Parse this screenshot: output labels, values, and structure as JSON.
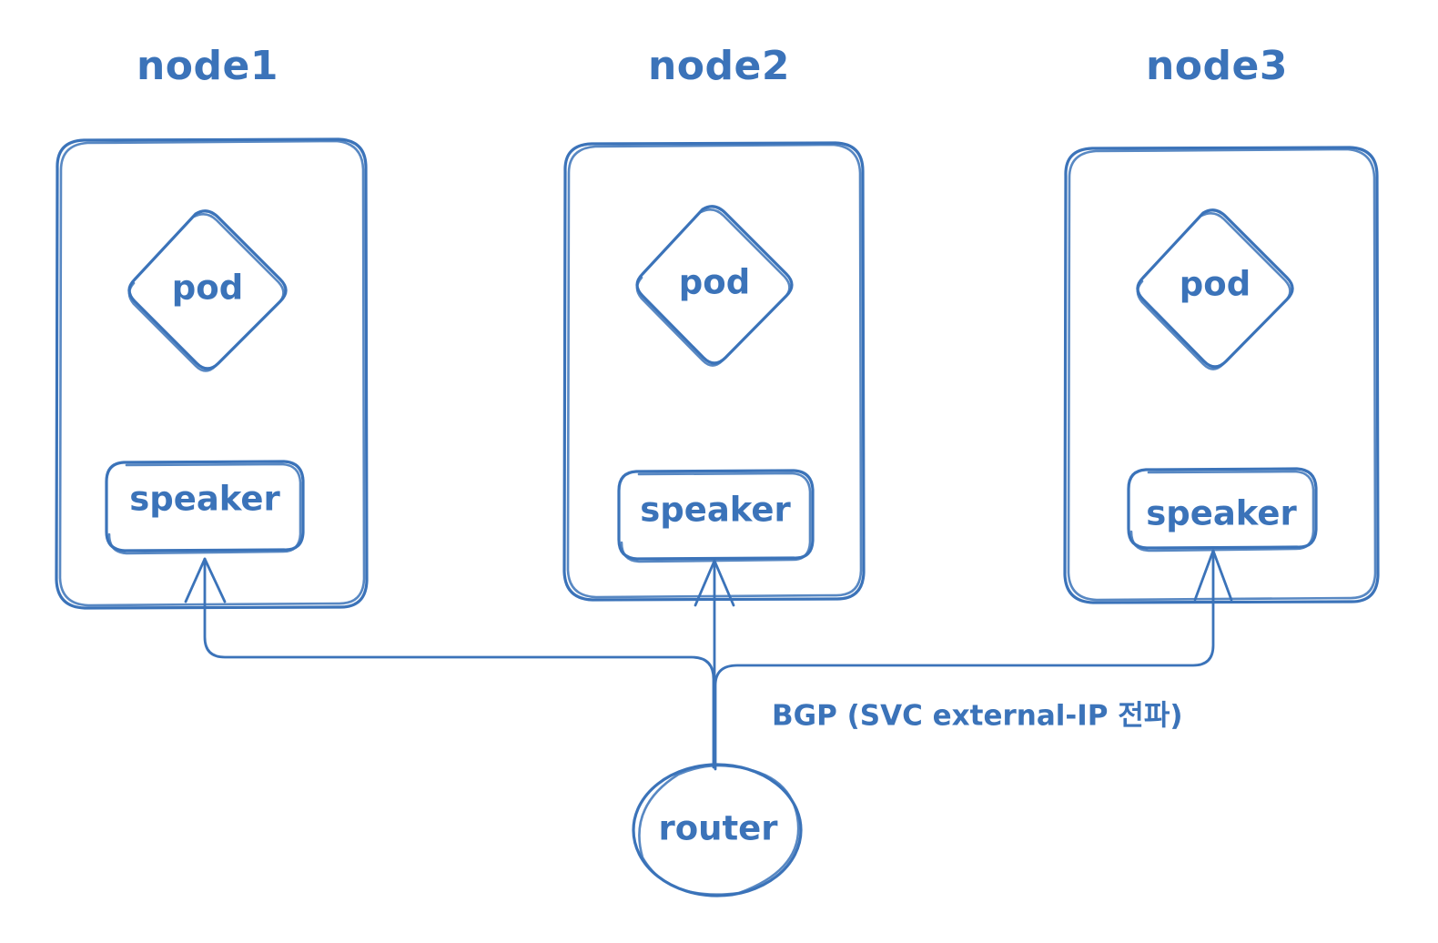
{
  "diagram": {
    "type": "network-architecture",
    "style": "hand-drawn-sketch",
    "stroke_color": "#3b73b9",
    "background_color": "#ffffff",
    "nodes": [
      {
        "id": "node1",
        "title": "node1",
        "pod_label": "pod",
        "speaker_label": "speaker"
      },
      {
        "id": "node2",
        "title": "node2",
        "pod_label": "pod",
        "speaker_label": "speaker"
      },
      {
        "id": "node3",
        "title": "node3",
        "pod_label": "pod",
        "speaker_label": "speaker"
      }
    ],
    "router": {
      "label": "router"
    },
    "edges": {
      "bgp_label": "BGP (SVC external-IP 전파)",
      "direction": "router-to-speakers"
    }
  }
}
